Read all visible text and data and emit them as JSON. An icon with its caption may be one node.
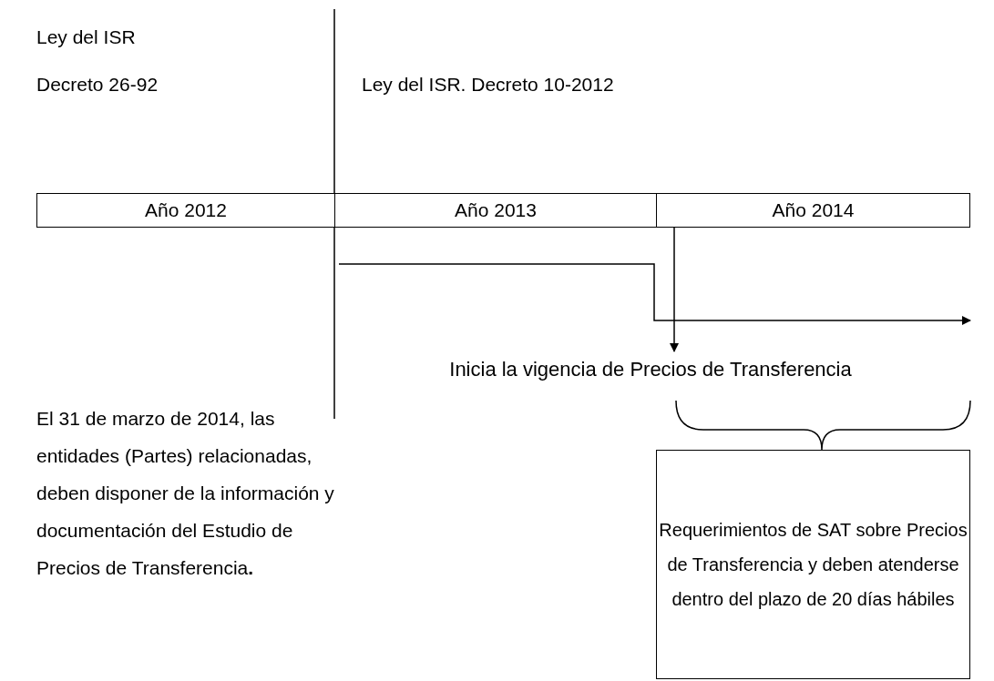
{
  "diagram": {
    "nodes": [
      {
        "text": [
          "Año 2012"
        ]
      },
      {
        "text": [
          "Año 2013"
        ]
      },
      {
        "text": [
          "Año 2014"
        ]
      },
      {
        "text": [
          "Inicia la vigencia de Precios de Transferencia"
        ]
      },
      {
        "text": [
          "Requerimientos de SAT sobre Precios de Transferencia y deben atenderse dentro del plazo de 20 días hábiles"
        ]
      }
    ],
    "edges": [
      {
        "from": 2,
        "to": 3,
        "arrow": "to"
      }
    ],
    "labels": [
      "Ley del ISR",
      "Decreto 26-92",
      "Ley del ISR. Decreto 10-2012",
      "El 31 de marzo de 2014, las entidades (Partes) relacionadas, deben disponer de la información y documentación del Estudio de Precios de Transferencia**.**"
    ]
  }
}
